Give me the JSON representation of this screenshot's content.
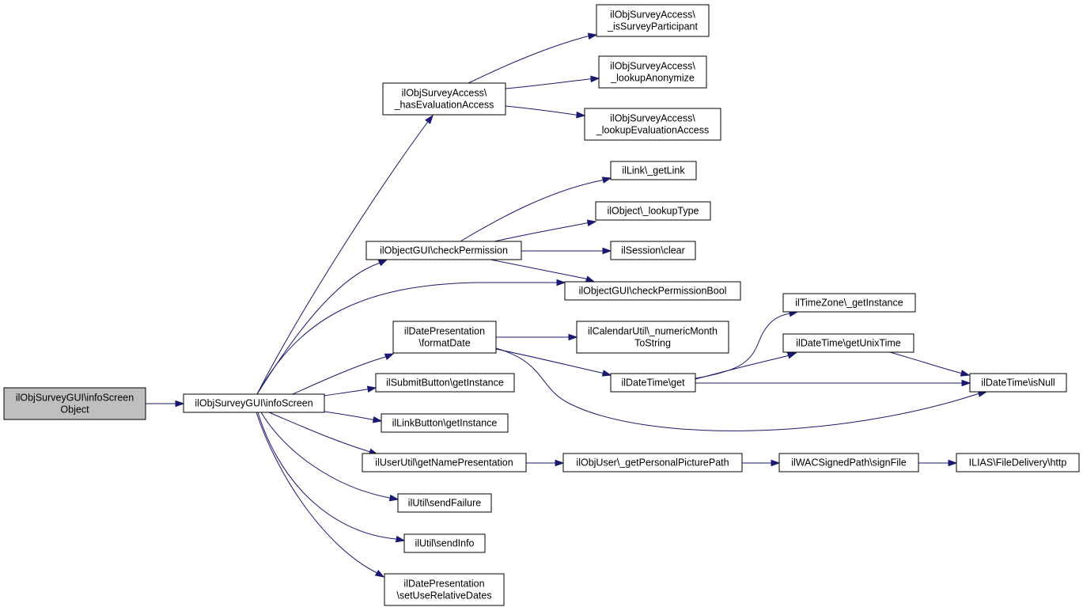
{
  "graph": {
    "nodes": [
      {
        "id": "n1",
        "lines": [
          "ilObjSurveyGUI\\infoScreen",
          "Object"
        ],
        "root": true
      },
      {
        "id": "n2",
        "lines": [
          "ilObjSurveyGUI\\infoScreen"
        ]
      },
      {
        "id": "n3",
        "lines": [
          "ilObjSurveyAccess\\",
          "_hasEvaluationAccess"
        ]
      },
      {
        "id": "n4",
        "lines": [
          "ilObjSurveyAccess\\",
          "_isSurveyParticipant"
        ]
      },
      {
        "id": "n5",
        "lines": [
          "ilObjSurveyAccess\\",
          "_lookupAnonymize"
        ]
      },
      {
        "id": "n6",
        "lines": [
          "ilObjSurveyAccess\\",
          "_lookupEvaluationAccess"
        ]
      },
      {
        "id": "n7",
        "lines": [
          "ilObjectGUI\\checkPermission"
        ]
      },
      {
        "id": "n8",
        "lines": [
          "ilLink\\_getLink"
        ]
      },
      {
        "id": "n9",
        "lines": [
          "ilObject\\_lookupType"
        ]
      },
      {
        "id": "n10",
        "lines": [
          "ilSession\\clear"
        ]
      },
      {
        "id": "n11",
        "lines": [
          "ilObjectGUI\\checkPermissionBool"
        ]
      },
      {
        "id": "n12",
        "lines": [
          "ilDatePresentation",
          "\\formatDate"
        ]
      },
      {
        "id": "n13",
        "lines": [
          "ilCalendarUtil\\_numericMonth",
          "ToString"
        ]
      },
      {
        "id": "n14",
        "lines": [
          "ilDateTime\\get"
        ]
      },
      {
        "id": "n15",
        "lines": [
          "ilTimeZone\\_getInstance"
        ]
      },
      {
        "id": "n16",
        "lines": [
          "ilDateTime\\getUnixTime"
        ]
      },
      {
        "id": "n17",
        "lines": [
          "ilDateTime\\isNull"
        ]
      },
      {
        "id": "n18",
        "lines": [
          "ilSubmitButton\\getInstance"
        ]
      },
      {
        "id": "n19",
        "lines": [
          "ilLinkButton\\getInstance"
        ]
      },
      {
        "id": "n20",
        "lines": [
          "ilUserUtil\\getNamePresentation"
        ]
      },
      {
        "id": "n21",
        "lines": [
          "ilObjUser\\_getPersonalPicturePath"
        ]
      },
      {
        "id": "n22",
        "lines": [
          "ilWACSignedPath\\signFile"
        ]
      },
      {
        "id": "n23",
        "lines": [
          "ILIAS\\FileDelivery\\http"
        ]
      },
      {
        "id": "n24",
        "lines": [
          "ilUtil\\sendFailure"
        ]
      },
      {
        "id": "n25",
        "lines": [
          "ilUtil\\sendInfo"
        ]
      },
      {
        "id": "n26",
        "lines": [
          "ilDatePresentation",
          "\\setUseRelativeDates"
        ]
      }
    ],
    "edges": [
      {
        "from": "n1",
        "to": "n2"
      },
      {
        "from": "n2",
        "to": "n3"
      },
      {
        "from": "n3",
        "to": "n4"
      },
      {
        "from": "n3",
        "to": "n5"
      },
      {
        "from": "n3",
        "to": "n6"
      },
      {
        "from": "n2",
        "to": "n7"
      },
      {
        "from": "n7",
        "to": "n8"
      },
      {
        "from": "n7",
        "to": "n9"
      },
      {
        "from": "n7",
        "to": "n10"
      },
      {
        "from": "n7",
        "to": "n11"
      },
      {
        "from": "n2",
        "to": "n11"
      },
      {
        "from": "n2",
        "to": "n12"
      },
      {
        "from": "n12",
        "to": "n13"
      },
      {
        "from": "n12",
        "to": "n14"
      },
      {
        "from": "n12",
        "to": "n17"
      },
      {
        "from": "n14",
        "to": "n15"
      },
      {
        "from": "n14",
        "to": "n16"
      },
      {
        "from": "n14",
        "to": "n17"
      },
      {
        "from": "n16",
        "to": "n17"
      },
      {
        "from": "n2",
        "to": "n18"
      },
      {
        "from": "n2",
        "to": "n19"
      },
      {
        "from": "n2",
        "to": "n20"
      },
      {
        "from": "n20",
        "to": "n21"
      },
      {
        "from": "n21",
        "to": "n22"
      },
      {
        "from": "n22",
        "to": "n23"
      },
      {
        "from": "n2",
        "to": "n24"
      },
      {
        "from": "n2",
        "to": "n25"
      },
      {
        "from": "n2",
        "to": "n26"
      }
    ]
  }
}
